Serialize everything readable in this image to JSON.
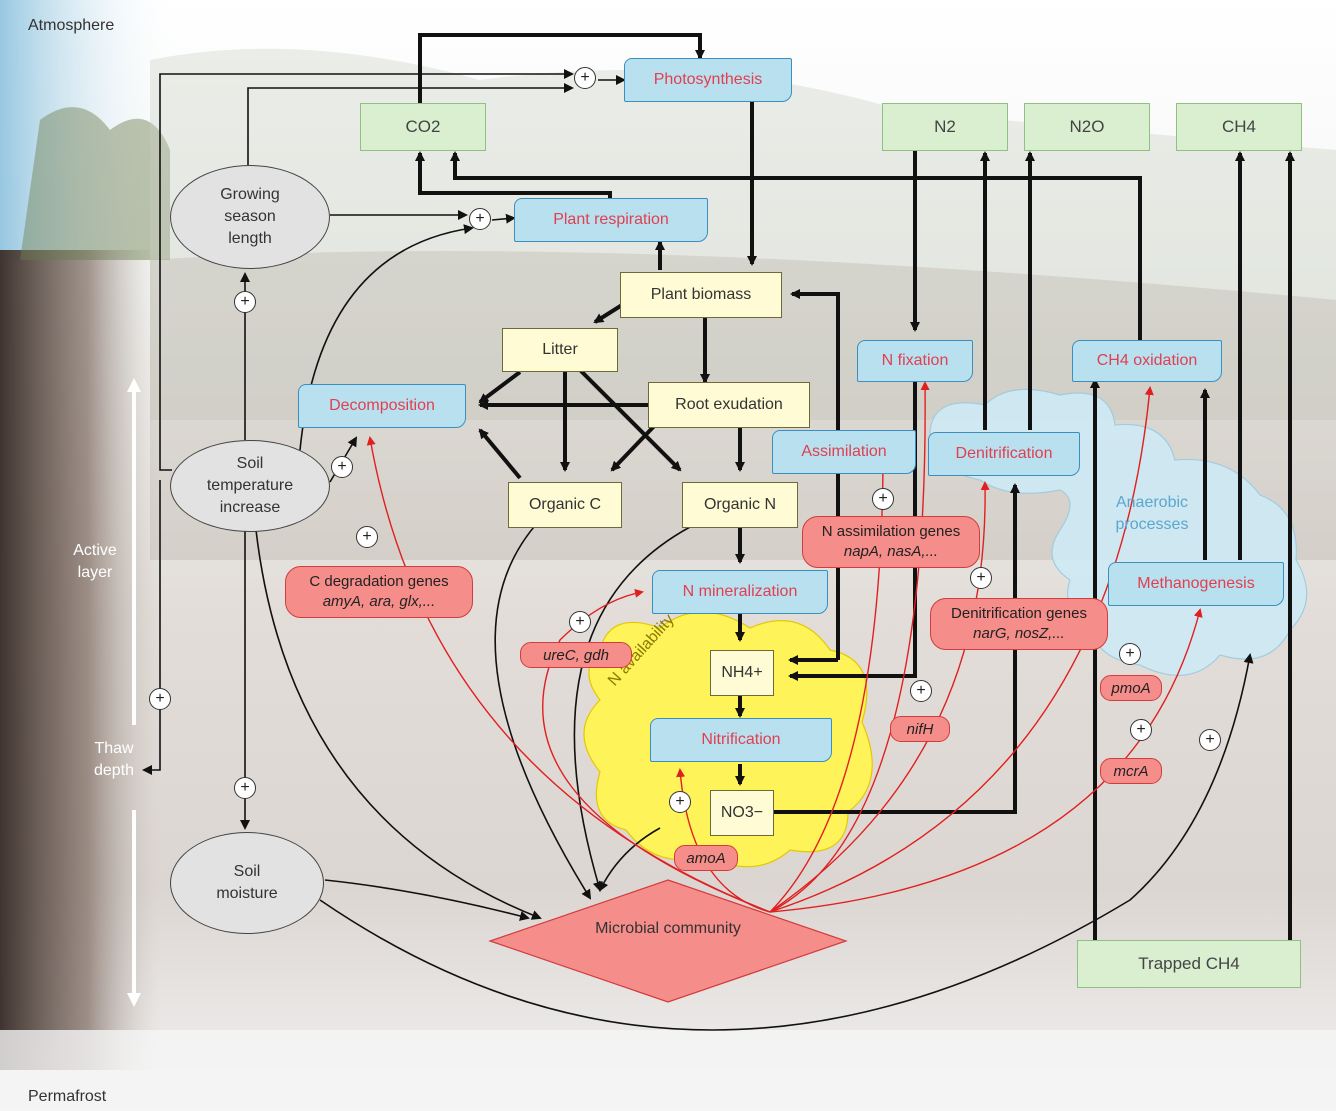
{
  "zones": {
    "top": "Atmosphere",
    "bottom": "Permafrost",
    "active_layer": "Active layer",
    "thaw_depth": "Thaw depth"
  },
  "gases": {
    "co2": "CO2",
    "n2": "N2",
    "n2o": "N2O",
    "ch4": "CH4",
    "trapped_ch4": "Trapped CH4"
  },
  "processes": {
    "photosynthesis": "Photosynthesis",
    "plant_respiration": "Plant respiration",
    "decomposition": "Decomposition",
    "assimilation": "Assimilation",
    "n_fixation": "N fixation",
    "denitrification": "Denitrification",
    "ch4_oxidation": "CH4 oxidation",
    "n_mineralization": "N mineralization",
    "nitrification": "Nitrification",
    "methanogenesis": "Methanogenesis"
  },
  "pools": {
    "plant_biomass": "Plant biomass",
    "litter": "Litter",
    "root_exudation": "Root exudation",
    "organic_c": "Organic C",
    "organic_n": "Organic N",
    "nh4": "NH4+",
    "no3": "NO3−"
  },
  "factors": {
    "growing_season": "Growing season length",
    "soil_temperature": "Soil temperature increase",
    "soil_moisture": "Soil moisture",
    "microbial_community": "Microbial community"
  },
  "clouds": {
    "n_availability": "N availability",
    "anaerobic": "Anaerobic processes"
  },
  "genes": {
    "c_degradation": {
      "title": "C degradation genes",
      "list": "amyA, ara, glx,..."
    },
    "n_assimilation": {
      "title": "N assimilation genes",
      "list": "napA, nasA,..."
    },
    "denitrification": {
      "title": "Denitrification genes",
      "list": "narG, nosZ,..."
    },
    "urec_gdh": "ureC, gdh",
    "nifh": "nifH",
    "amoa": "amoA",
    "pmoa": "pmoA",
    "mcra": "mcrA"
  },
  "plus_sign": "+",
  "colors": {
    "gas_fill": "#d9efd0",
    "process_fill": "#b8e0ef",
    "process_text": "#e04050",
    "pool_fill": "#fffbd4",
    "factor_fill": "#e2e2e2",
    "gene_fill": "#f58d8a",
    "n_availability_cloud": "#fff35a",
    "anaerobic_cloud": "#cfeaf5",
    "flow_arrow": "#111111",
    "gene_arrow": "#e02020"
  }
}
